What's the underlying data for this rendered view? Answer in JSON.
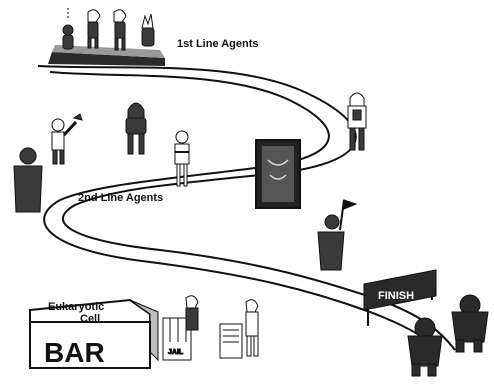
{
  "labels": {
    "first_line": "1st Line Agents",
    "second_line": "2nd Line Agents",
    "finish": "FINISH",
    "building_top": "Eukaryotic",
    "building_mid": "Cell",
    "building_sign": "BAR",
    "jail": "JAIL"
  },
  "colors": {
    "ink": "#111111",
    "figure_fill": "#3a3a3a",
    "shadow": "#9a9a9a",
    "background": "#ffffff"
  },
  "icons": {
    "flag": "flag-icon",
    "finish_sign": "finish-sign-icon",
    "door": "door-icon",
    "cart": "cart-icon",
    "monster": "monster-icon"
  }
}
